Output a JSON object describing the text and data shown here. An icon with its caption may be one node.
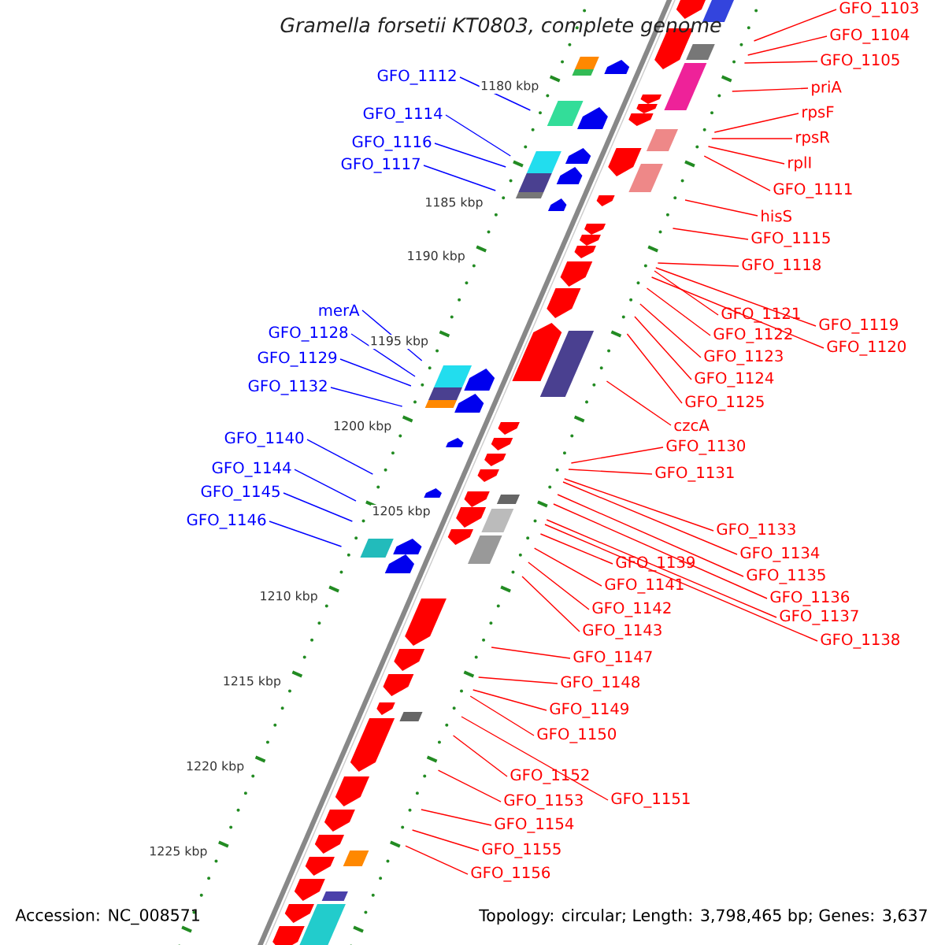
{
  "diagram": {
    "title": "Gramella forsetii KT0803, complete genome",
    "nodes": [
      {
        "text": [
          "GFO_1103"
        ]
      },
      {
        "text": [
          "GFO_1104"
        ]
      },
      {
        "text": [
          "GFO_1105"
        ]
      },
      {
        "text": [
          "priA"
        ]
      },
      {
        "text": [
          "rpsF"
        ]
      },
      {
        "text": [
          "rpsR"
        ]
      },
      {
        "text": [
          "rplI"
        ]
      },
      {
        "text": [
          "GFO_1111"
        ]
      },
      {
        "text": [
          "hisS"
        ]
      },
      {
        "text": [
          "GFO_1115"
        ]
      },
      {
        "text": [
          "GFO_1118"
        ]
      },
      {
        "text": [
          "GFO_1121"
        ]
      },
      {
        "text": [
          "GFO_1119"
        ]
      },
      {
        "text": [
          "GFO_1120"
        ]
      },
      {
        "text": [
          "GFO_1122"
        ]
      },
      {
        "text": [
          "GFO_1123"
        ]
      },
      {
        "text": [
          "GFO_1124"
        ]
      },
      {
        "text": [
          "GFO_1125"
        ]
      },
      {
        "text": [
          "czcA"
        ]
      },
      {
        "text": [
          "GFO_1130"
        ]
      },
      {
        "text": [
          "GFO_1131"
        ]
      },
      {
        "text": [
          "GFO_1133"
        ]
      },
      {
        "text": [
          "GFO_1134"
        ]
      },
      {
        "text": [
          "GFO_1135"
        ]
      },
      {
        "text": [
          "GFO_1136"
        ]
      },
      {
        "text": [
          "GFO_1137"
        ]
      },
      {
        "text": [
          "GFO_1138"
        ]
      },
      {
        "text": [
          "GFO_1139"
        ]
      },
      {
        "text": [
          "GFO_1141"
        ]
      },
      {
        "text": [
          "GFO_1142"
        ]
      },
      {
        "text": [
          "GFO_1143"
        ]
      },
      {
        "text": [
          "GFO_1147"
        ]
      },
      {
        "text": [
          "GFO_1148"
        ]
      },
      {
        "text": [
          "GFO_1149"
        ]
      },
      {
        "text": [
          "GFO_1150"
        ]
      },
      {
        "text": [
          "GFO_1152"
        ]
      },
      {
        "text": [
          "GFO_1151"
        ]
      },
      {
        "text": [
          "GFO_1153"
        ]
      },
      {
        "text": [
          "GFO_1154"
        ]
      },
      {
        "text": [
          "GFO_1155"
        ]
      },
      {
        "text": [
          "GFO_1156"
        ]
      },
      {
        "text": [
          "GFO_1112"
        ]
      },
      {
        "text": [
          "GFO_1114"
        ]
      },
      {
        "text": [
          "GFO_1116"
        ]
      },
      {
        "text": [
          "GFO_1117"
        ]
      },
      {
        "text": [
          "merA"
        ]
      },
      {
        "text": [
          "GFO_1128"
        ]
      },
      {
        "text": [
          "GFO_1129"
        ]
      },
      {
        "text": [
          "GFO_1132"
        ]
      },
      {
        "text": [
          "GFO_1140"
        ]
      },
      {
        "text": [
          "GFO_1144"
        ]
      },
      {
        "text": [
          "GFO_1145"
        ]
      },
      {
        "text": [
          "GFO_1146"
        ]
      }
    ],
    "edges": [
      {
        "from": 0,
        "to": null,
        "arrow": "none"
      },
      {
        "from": 1,
        "to": null,
        "arrow": "none"
      },
      {
        "from": 2,
        "to": null,
        "arrow": "none"
      },
      {
        "from": 3,
        "to": null,
        "arrow": "none"
      },
      {
        "from": 4,
        "to": null,
        "arrow": "none"
      },
      {
        "from": 5,
        "to": null,
        "arrow": "none"
      },
      {
        "from": 6,
        "to": null,
        "arrow": "none"
      },
      {
        "from": 7,
        "to": null,
        "arrow": "none"
      },
      {
        "from": 8,
        "to": null,
        "arrow": "none"
      },
      {
        "from": 9,
        "to": null,
        "arrow": "none"
      },
      {
        "from": 10,
        "to": null,
        "arrow": "none"
      },
      {
        "from": 11,
        "to": null,
        "arrow": "none"
      },
      {
        "from": 12,
        "to": null,
        "arrow": "none"
      },
      {
        "from": 13,
        "to": null,
        "arrow": "none"
      },
      {
        "from": 14,
        "to": null,
        "arrow": "none"
      },
      {
        "from": 15,
        "to": null,
        "arrow": "none"
      },
      {
        "from": 16,
        "to": null,
        "arrow": "none"
      },
      {
        "from": 17,
        "to": null,
        "arrow": "none"
      },
      {
        "from": 18,
        "to": null,
        "arrow": "none"
      },
      {
        "from": 19,
        "to": null,
        "arrow": "none"
      },
      {
        "from": 20,
        "to": null,
        "arrow": "none"
      },
      {
        "from": 21,
        "to": null,
        "arrow": "none"
      },
      {
        "from": 22,
        "to": null,
        "arrow": "none"
      },
      {
        "from": 23,
        "to": null,
        "arrow": "none"
      },
      {
        "from": 24,
        "to": null,
        "arrow": "none"
      },
      {
        "from": 25,
        "to": null,
        "arrow": "none"
      },
      {
        "from": 26,
        "to": null,
        "arrow": "none"
      },
      {
        "from": 27,
        "to": null,
        "arrow": "none"
      },
      {
        "from": 28,
        "to": null,
        "arrow": "none"
      },
      {
        "from": 29,
        "to": null,
        "arrow": "none"
      },
      {
        "from": 30,
        "to": null,
        "arrow": "none"
      },
      {
        "from": 31,
        "to": null,
        "arrow": "none"
      },
      {
        "from": 32,
        "to": null,
        "arrow": "none"
      },
      {
        "from": 33,
        "to": null,
        "arrow": "none"
      },
      {
        "from": 34,
        "to": null,
        "arrow": "none"
      },
      {
        "from": 35,
        "to": null,
        "arrow": "none"
      },
      {
        "from": 36,
        "to": null,
        "arrow": "none"
      },
      {
        "from": 37,
        "to": null,
        "arrow": "none"
      },
      {
        "from": 38,
        "to": null,
        "arrow": "none"
      },
      {
        "from": 39,
        "to": null,
        "arrow": "none"
      },
      {
        "from": 40,
        "to": null,
        "arrow": "none"
      },
      {
        "from": 41,
        "to": null,
        "arrow": "none",
        "color": "#0000ff"
      },
      {
        "from": 42,
        "to": null,
        "arrow": "none",
        "color": "#0000ff"
      },
      {
        "from": 43,
        "to": null,
        "arrow": "none",
        "color": "#0000ff"
      },
      {
        "from": 44,
        "to": null,
        "arrow": "none",
        "color": "#0000ff"
      },
      {
        "from": 45,
        "to": null,
        "arrow": "none",
        "color": "#0000ff"
      },
      {
        "from": 46,
        "to": null,
        "arrow": "none",
        "color": "#0000ff"
      },
      {
        "from": 47,
        "to": null,
        "arrow": "none",
        "color": "#0000ff"
      },
      {
        "from": 48,
        "to": null,
        "arrow": "none",
        "color": "#0000ff"
      },
      {
        "from": 49,
        "to": null,
        "arrow": "none",
        "color": "#0000ff"
      },
      {
        "from": 50,
        "to": null,
        "arrow": "none",
        "color": "#0000ff"
      },
      {
        "from": 51,
        "to": null,
        "arrow": "none",
        "color": "#0000ff"
      },
      {
        "from": 52,
        "to": null,
        "arrow": "none",
        "color": "#0000ff"
      }
    ],
    "labels": [
      "1180 kbp",
      "1185 kbp",
      "1190 kbp",
      "1195 kbp",
      "1200 kbp",
      "1205 kbp",
      "1210 kbp",
      "1215 kbp",
      "1220 kbp",
      "1225 kbp",
      "Accession: NC_008571",
      "Topology: circular; Length: 3,798,465 bp; Genes: 3,637"
    ]
  }
}
